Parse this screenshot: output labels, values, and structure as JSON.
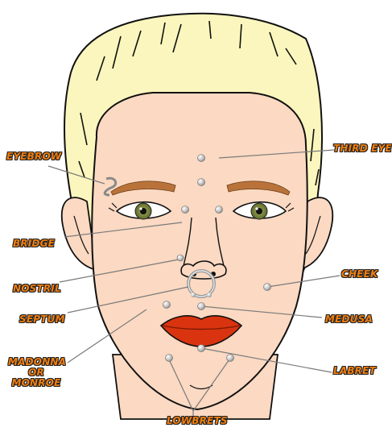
{
  "labels": {
    "eyebrow": "EYEBROW",
    "third_eye": "THIRD EYE",
    "bridge": "BRIDGE",
    "cheek": "CHEEK",
    "nostril": "NOSTRIL",
    "septum": "SEPTUM",
    "medusa": "MEDUSA",
    "madonna_line1": "MADONNA",
    "madonna_line2": "OR",
    "madonna_line3": "MONROE",
    "labret": "LABRET",
    "lowbrets": "LOWBRETS"
  },
  "colors": {
    "label_fill": "#f07e0f",
    "label_outline": "#222222",
    "hair": "#fbf6bd",
    "skin": "#fbd9c2",
    "eyebrow": "#b9733a",
    "iris": "#7f8a3f",
    "lips": "#d9340f",
    "leader_line": "#7a7a7a",
    "stud": "#d0d0d0"
  }
}
